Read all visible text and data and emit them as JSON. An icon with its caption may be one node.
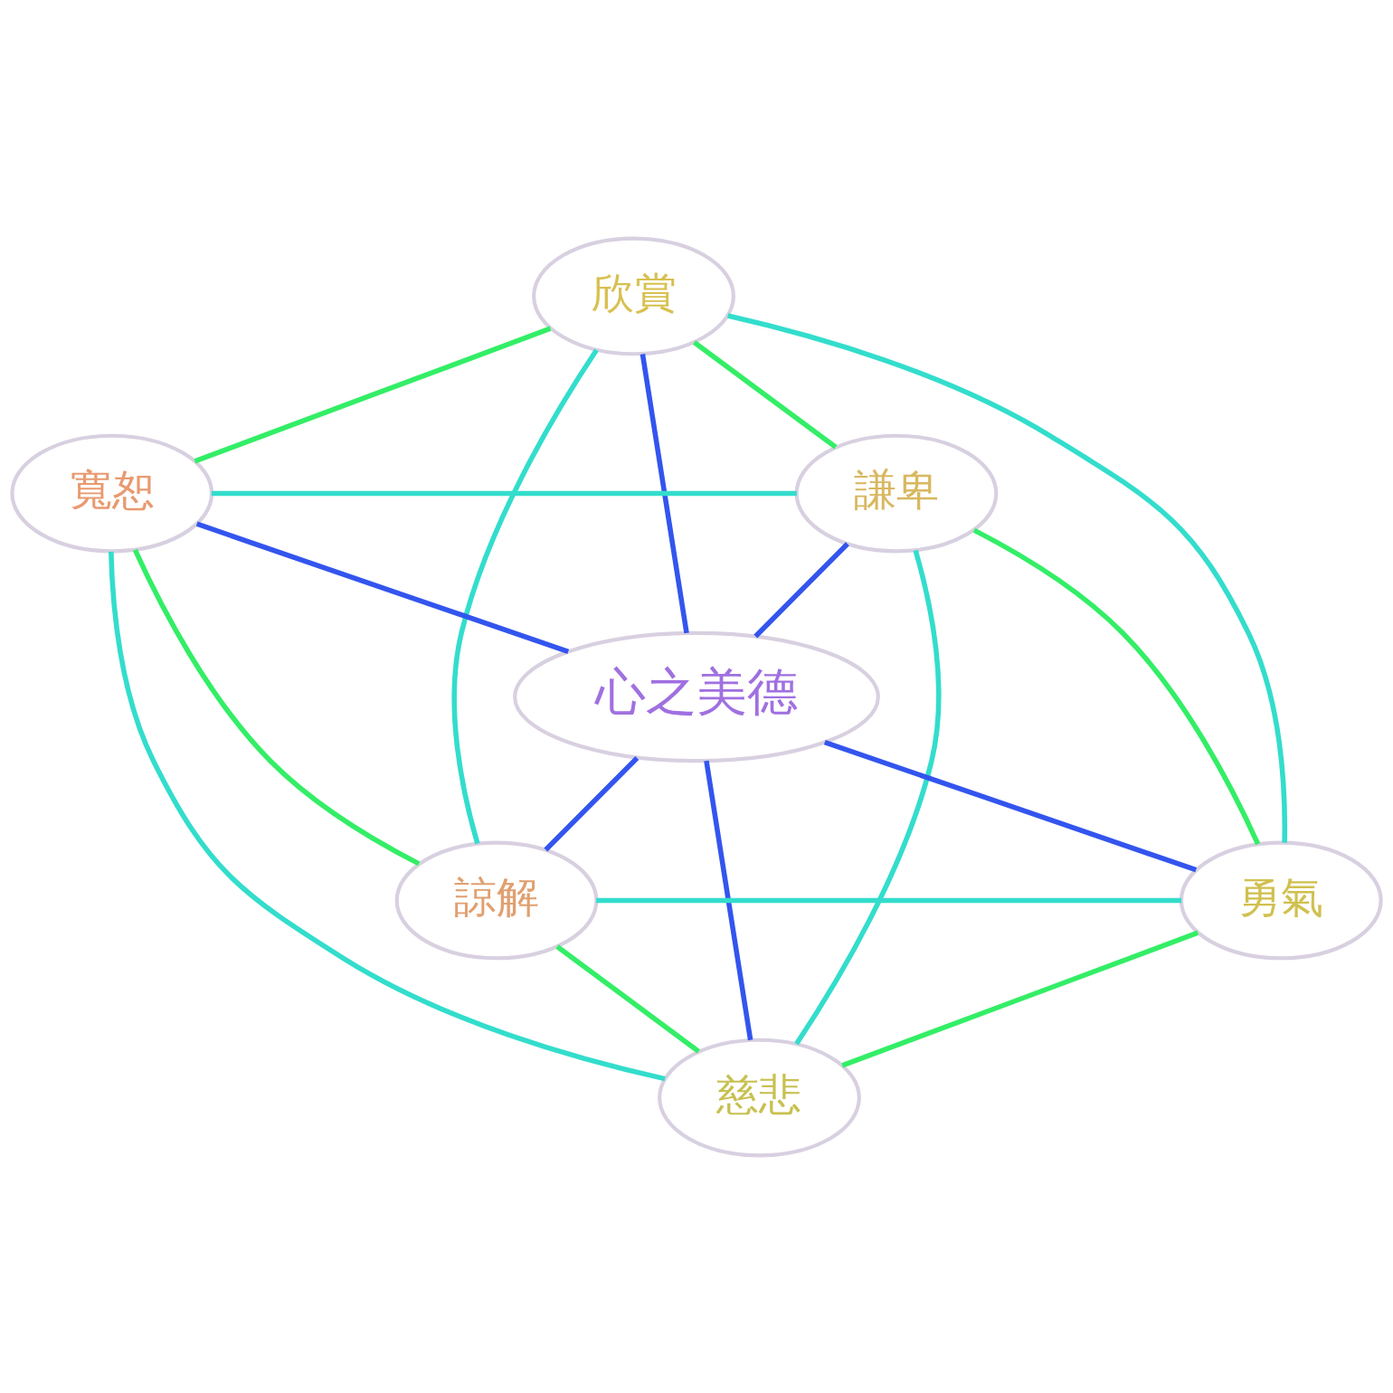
{
  "diagram": {
    "nodes": [
      {
        "text": [
          "欣賞"
        ]
      },
      {
        "text": [
          "寬恕"
        ]
      },
      {
        "text": [
          "謙卑"
        ]
      },
      {
        "text": [
          "心之美德"
        ]
      },
      {
        "text": [
          "諒解"
        ]
      },
      {
        "text": [
          "勇氣"
        ]
      },
      {
        "text": [
          "慈悲"
        ]
      }
    ],
    "edges": [
      {
        "from": 0,
        "to": 2,
        "arrow": "none",
        "color": "#33ee66"
      },
      {
        "from": 2,
        "to": 5,
        "arrow": "none",
        "color": "#33ee66"
      },
      {
        "from": 5,
        "to": 6,
        "arrow": "none",
        "color": "#33ee66"
      },
      {
        "from": 6,
        "to": 4,
        "arrow": "none",
        "color": "#33ee66"
      },
      {
        "from": 4,
        "to": 1,
        "arrow": "none",
        "color": "#33ee66"
      },
      {
        "from": 1,
        "to": 0,
        "arrow": "none",
        "color": "#33ee66"
      },
      {
        "from": 0,
        "to": 4,
        "arrow": "none",
        "color": "#33ddcc"
      },
      {
        "from": 0,
        "to": 5,
        "arrow": "none",
        "color": "#33ddcc"
      },
      {
        "from": 4,
        "to": 5,
        "arrow": "none",
        "color": "#33ddcc"
      },
      {
        "from": 6,
        "to": 1,
        "arrow": "none",
        "color": "#33ddcc"
      },
      {
        "from": 6,
        "to": 2,
        "arrow": "none",
        "color": "#33ddcc"
      },
      {
        "from": 1,
        "to": 2,
        "arrow": "none",
        "color": "#33ddcc"
      },
      {
        "from": 0,
        "to": 3,
        "arrow": "none",
        "color": "#3355ee"
      },
      {
        "from": 1,
        "to": 3,
        "arrow": "none",
        "color": "#3355ee"
      },
      {
        "from": 2,
        "to": 3,
        "arrow": "none",
        "color": "#3355ee"
      },
      {
        "from": 4,
        "to": 3,
        "arrow": "none",
        "color": "#3355ee"
      },
      {
        "from": 5,
        "to": 3,
        "arrow": "none",
        "color": "#3355ee"
      },
      {
        "from": 6,
        "to": 3,
        "arrow": "none",
        "color": "#3355ee"
      }
    ]
  }
}
